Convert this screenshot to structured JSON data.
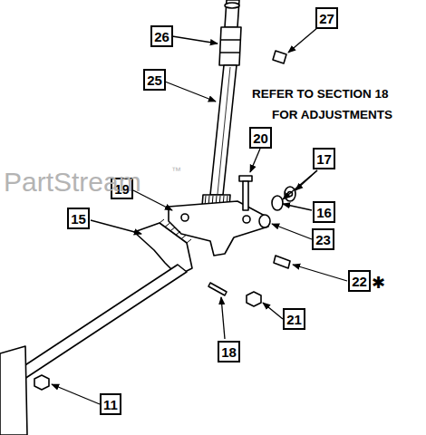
{
  "diagram": {
    "nodes": [
      {
        "text": [
          "27"
        ]
      },
      {
        "text": [
          "26"
        ]
      },
      {
        "text": [
          "25"
        ]
      },
      {
        "text": [
          "20"
        ]
      },
      {
        "text": [
          "17"
        ]
      },
      {
        "text": [
          "19"
        ]
      },
      {
        "text": [
          "15"
        ]
      },
      {
        "text": [
          "16"
        ]
      },
      {
        "text": [
          "23"
        ]
      },
      {
        "text": [
          "22"
        ]
      },
      {
        "text": [
          "21"
        ]
      },
      {
        "text": [
          "18"
        ]
      },
      {
        "text": [
          "11"
        ]
      }
    ],
    "edges": [],
    "labels": [
      "REFER TO SECTION 18",
      "FOR ADJUSTMENTS",
      "PartStream",
      "™",
      "✱"
    ]
  }
}
